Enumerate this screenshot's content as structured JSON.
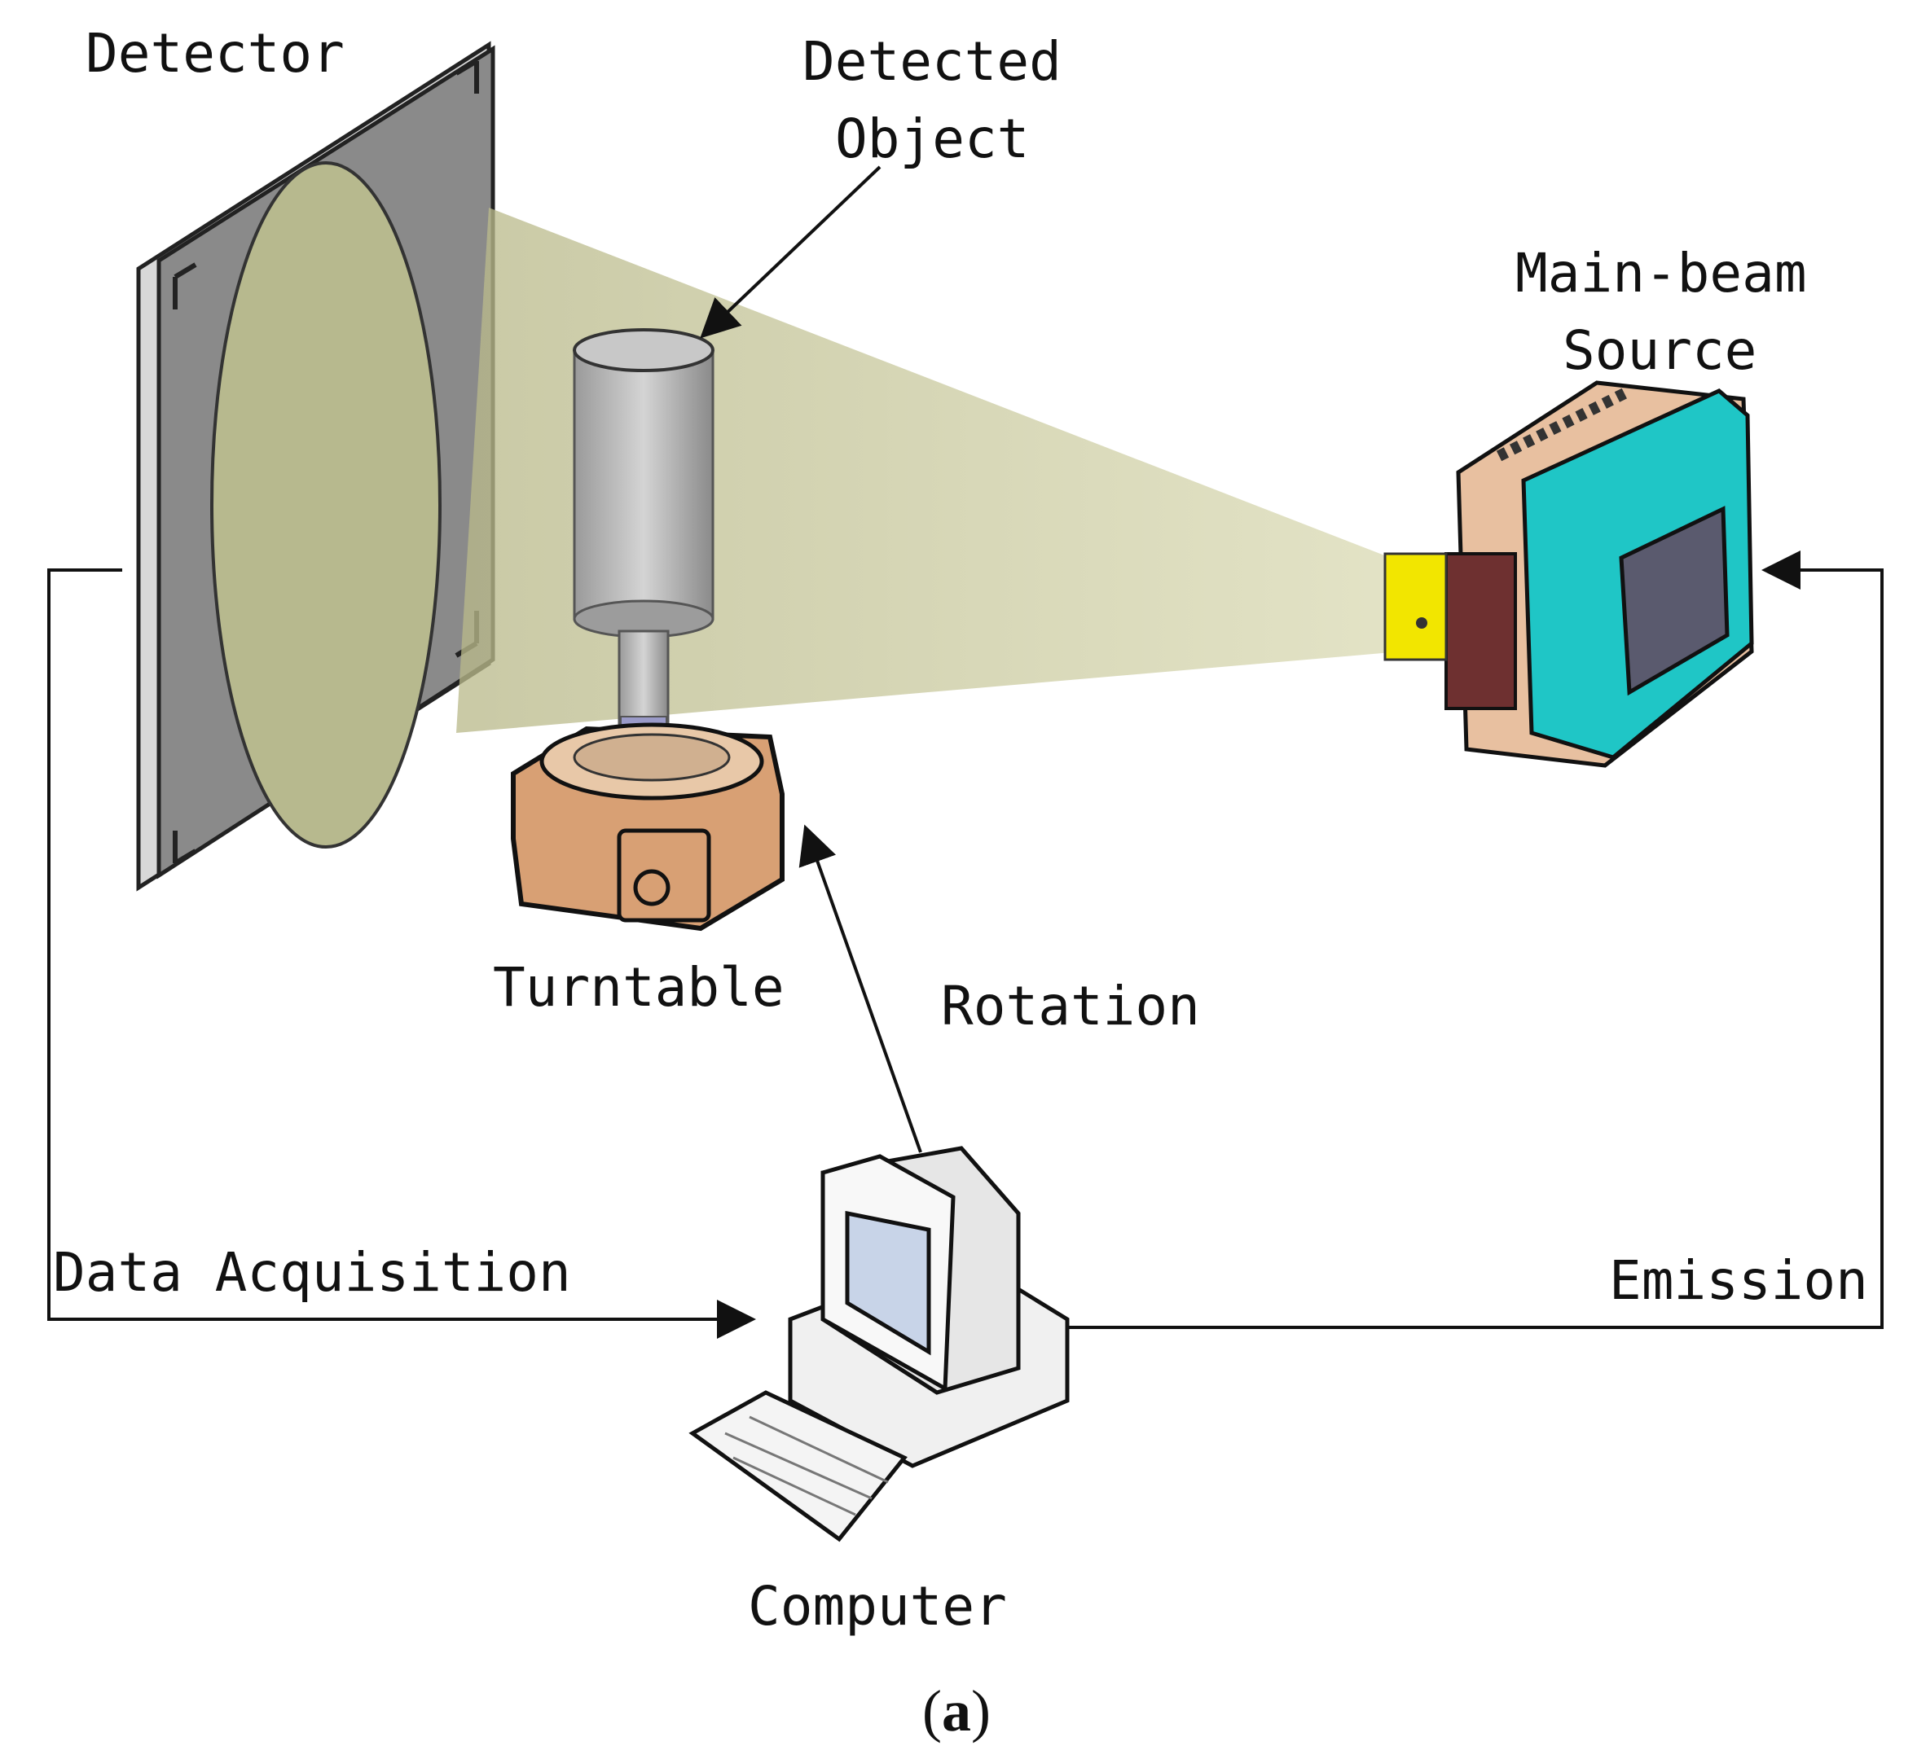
{
  "labels": {
    "detector": "Detector",
    "detected_object_line1": "Detected",
    "detected_object_line2": "Object",
    "source_line1": "Main-beam",
    "source_line2": "Source",
    "turntable": "Turntable",
    "rotation": "Rotation",
    "data_acquisition": "Data Acquisition",
    "emission": "Emission",
    "computer": "Computer"
  },
  "caption": {
    "open": "(",
    "letter": "a",
    "close": ")"
  },
  "colors": {
    "beam": "#c8c89a",
    "detector_frame": "#8a8a8a",
    "turntable": "#d8a074",
    "source_body": "#1fc6c6",
    "source_nozzle": "#f2e600",
    "source_side": "#e8c0a0",
    "line": "#111111"
  },
  "icons": {
    "detector": "flat-panel-detector-icon",
    "object": "cylinder-object-icon",
    "turntable": "turntable-icon",
    "source": "xray-source-icon",
    "computer": "desktop-computer-icon"
  }
}
